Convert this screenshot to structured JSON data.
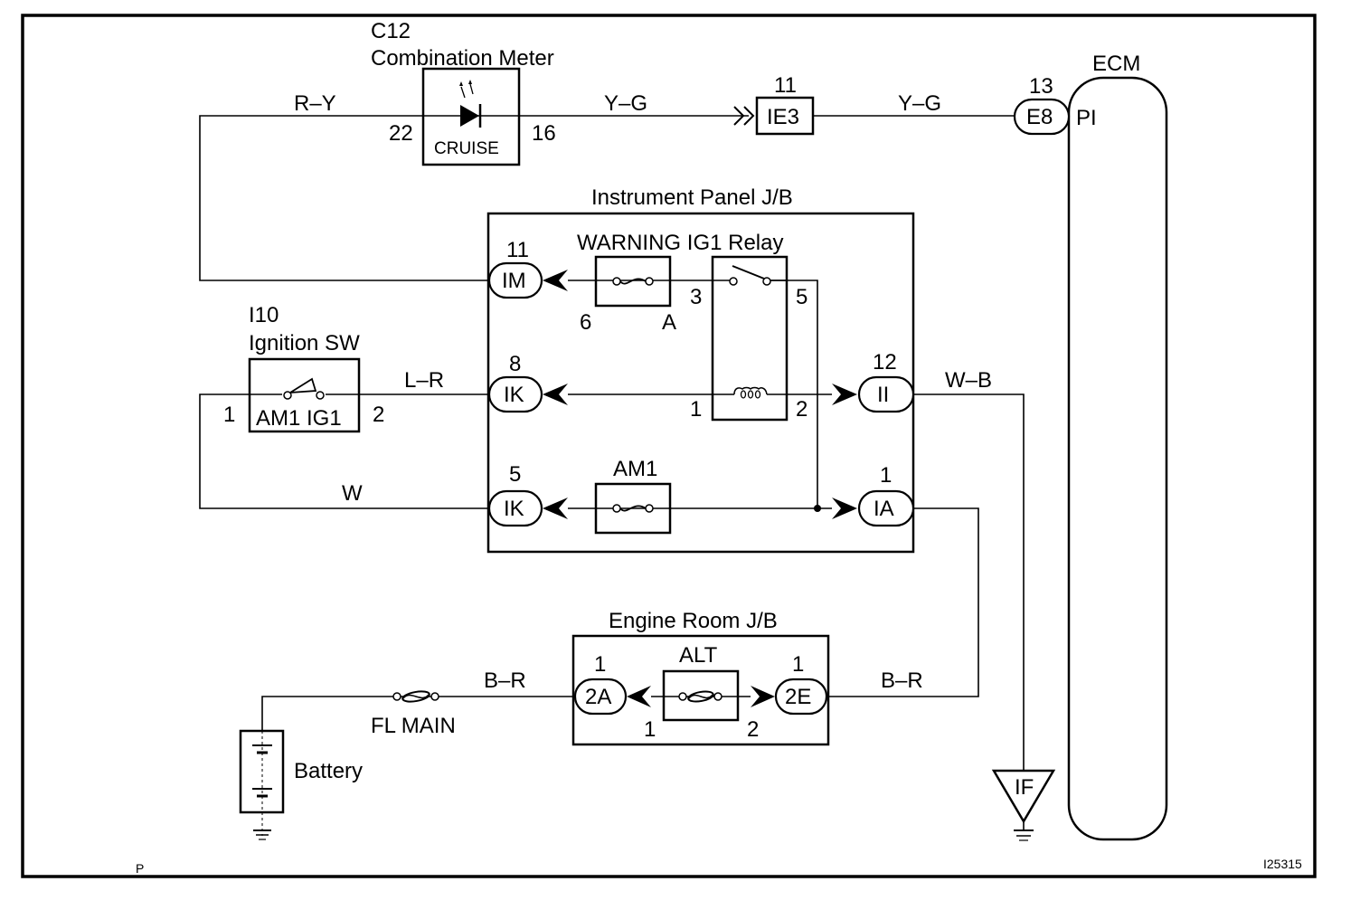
{
  "diagram": {
    "type": "wiring-diagram",
    "page_code": "P",
    "figure_id": "I25315",
    "components": {
      "combination_meter": {
        "code": "C12",
        "name": "Combination Meter",
        "indicator": "CRUISE",
        "pin_in": "22",
        "pin_out": "16"
      },
      "ecm": {
        "name": "ECM",
        "pin": "PI"
      },
      "instrument_panel_jb": {
        "name": "Instrument Panel J/B"
      },
      "warning_relay": {
        "name": "WARNING IG1 Relay",
        "pins": {
          "p3": "3",
          "p5": "5",
          "p1": "1",
          "p2": "2"
        }
      },
      "fuse_warning": {
        "pin_left": "6",
        "pin_right": "A"
      },
      "fuse_am1": {
        "name": "AM1"
      },
      "ignition_sw": {
        "code": "I10",
        "name": "Ignition SW",
        "pin_left": "1",
        "pin_right": "2",
        "terminal_text": "AM1 IG1"
      },
      "engine_room_jb": {
        "name": "Engine Room J/B"
      },
      "fuse_alt": {
        "name": "ALT",
        "pin_left": "1",
        "pin_right": "2"
      },
      "fuse_fl_main": {
        "name": "FL MAIN"
      },
      "battery": {
        "name": "Battery"
      },
      "ground_if": {
        "name": "IF"
      }
    },
    "connectors": {
      "ie3": {
        "label": "IE3",
        "pin": "11"
      },
      "e8": {
        "label": "E8",
        "pin": "13"
      },
      "im": {
        "label": "IM",
        "pin": "11"
      },
      "ik8": {
        "label": "IK",
        "pin": "8"
      },
      "ik5": {
        "label": "IK",
        "pin": "5"
      },
      "ii": {
        "label": "II",
        "pin": "12"
      },
      "ia": {
        "label": "IA",
        "pin": "1"
      },
      "c2a": {
        "label": "2A",
        "pin": "1"
      },
      "c2e": {
        "label": "2E",
        "pin": "1"
      }
    },
    "wires": {
      "r_y": "R–Y",
      "y_g_1": "Y–G",
      "y_g_2": "Y–G",
      "l_r": "L–R",
      "w": "W",
      "w_b": "W–B",
      "b_r_1": "B–R",
      "b_r_2": "B–R"
    }
  }
}
